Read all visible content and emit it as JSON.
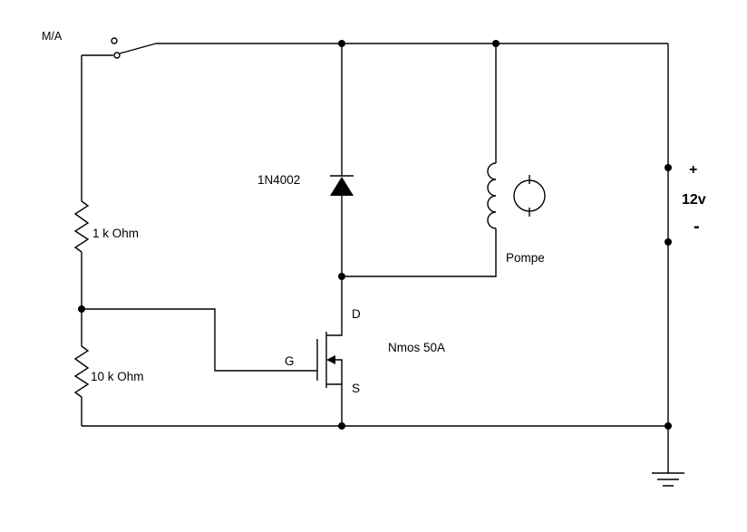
{
  "labels": {
    "switch": "M/A",
    "resistor_top": "1 k Ohm",
    "resistor_bottom": "10 k Ohm",
    "diode": "1N4002",
    "pump": "Pompe",
    "mosfet": "Nmos 50A",
    "mosfet_drain": "D",
    "mosfet_gate": "G",
    "mosfet_source": "S",
    "supply_plus": "+",
    "supply_voltage": "12v",
    "supply_minus": "-"
  },
  "colors": {
    "wire": "#000000",
    "background": "#ffffff"
  }
}
